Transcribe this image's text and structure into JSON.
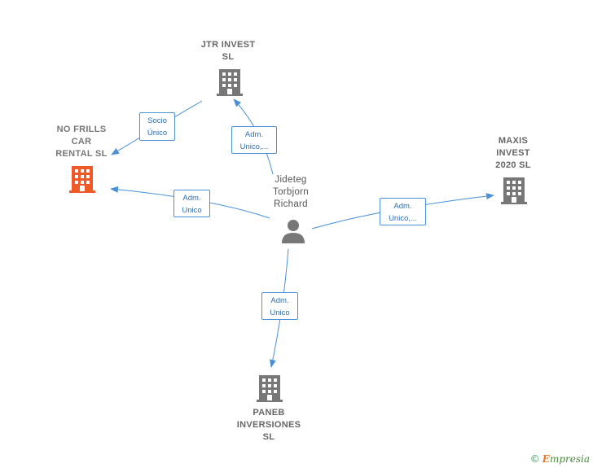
{
  "colors": {
    "edge": "#4a90d9",
    "company": "#777777",
    "company_highlight": "#f05a28",
    "person": "#777777"
  },
  "nodes": {
    "jtr": {
      "label": "JTR INVEST\nSL",
      "icon": "building-icon"
    },
    "nofrills": {
      "label": "NO FRILLS\nCAR\nRENTAL  SL",
      "icon": "building-icon"
    },
    "maxis": {
      "label": "MAXIS\nINVEST\n2020  SL",
      "icon": "building-icon"
    },
    "paneb": {
      "label": "PANEB\nINVERSIONES\nSL",
      "icon": "building-icon"
    },
    "person": {
      "label": "Jideteg\nTorbjorn\nRichard",
      "icon": "person-icon"
    }
  },
  "edges": {
    "jtr_nofrills": "Socio\nÚnico",
    "person_jtr": "Adm.\nUnico,...",
    "person_nofrills": "Adm.\nUnico",
    "person_maxis": "Adm.\nUnico,...",
    "person_paneb": "Adm.\nUnico"
  },
  "footer": {
    "copyright": "©",
    "brand_initial": "E",
    "brand_rest": "mpresia"
  }
}
